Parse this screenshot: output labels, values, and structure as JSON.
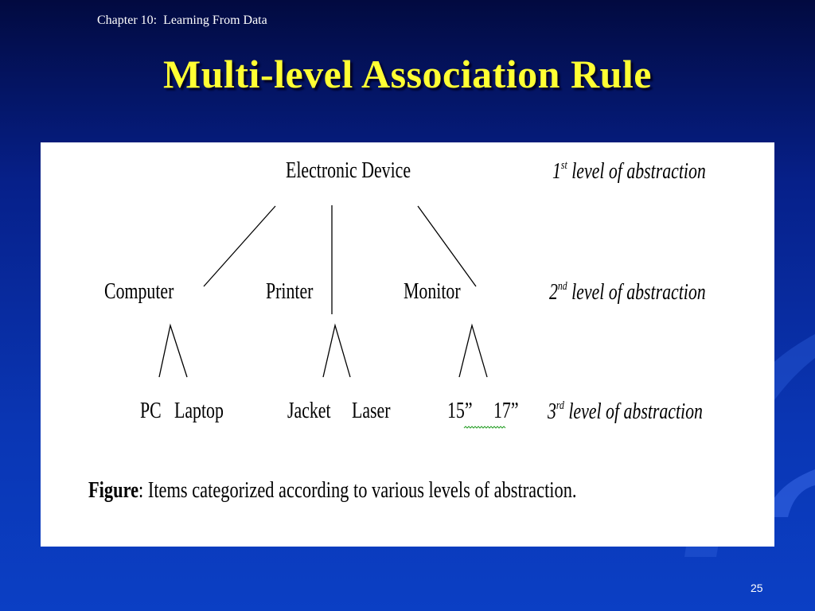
{
  "slide": {
    "chapter": "Chapter 10:  Learning From Data",
    "title": "Multi-level Association Rule",
    "page_number": "25"
  },
  "diagram": {
    "root": "Electronic Device",
    "level2": [
      "Computer",
      "Printer",
      "Monitor"
    ],
    "level3": [
      "PC",
      "Laptop",
      "Jacket",
      "Laser",
      "15”",
      "17”"
    ],
    "levels": [
      {
        "ordinal": "1",
        "suffix": "st",
        "text": "level of abstraction"
      },
      {
        "ordinal": "2",
        "suffix": "nd",
        "text": "level of abstraction"
      },
      {
        "ordinal": "3",
        "suffix": "rd",
        "text": "level of abstraction"
      }
    ],
    "caption_label": "Figure",
    "caption_text": ": Items categorized according to various levels of abstraction."
  },
  "colors": {
    "title": "#ffff33",
    "background_top": "#020a40",
    "background_bottom": "#0b3fc4",
    "panel": "#ffffff",
    "squiggle": "#2aa02a"
  }
}
